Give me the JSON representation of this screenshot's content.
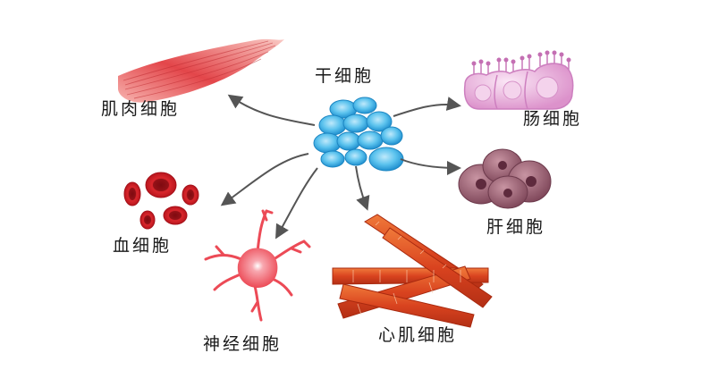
{
  "labels": {
    "stem": "干细胞",
    "muscle": "肌肉细胞",
    "intestine": "肠细胞",
    "liver": "肝细胞",
    "blood": "血细胞",
    "neuron": "神经细胞",
    "cardiac": "心肌细胞"
  },
  "colors": {
    "arrow": "#555555",
    "stem_cell": "#39b2e6",
    "muscle": "#e3464a",
    "intestine": "#e6a9d5",
    "liver": "#8e5566",
    "blood": "#c8161d",
    "neuron": "#f05a64",
    "cardiac": "#d9431f"
  }
}
